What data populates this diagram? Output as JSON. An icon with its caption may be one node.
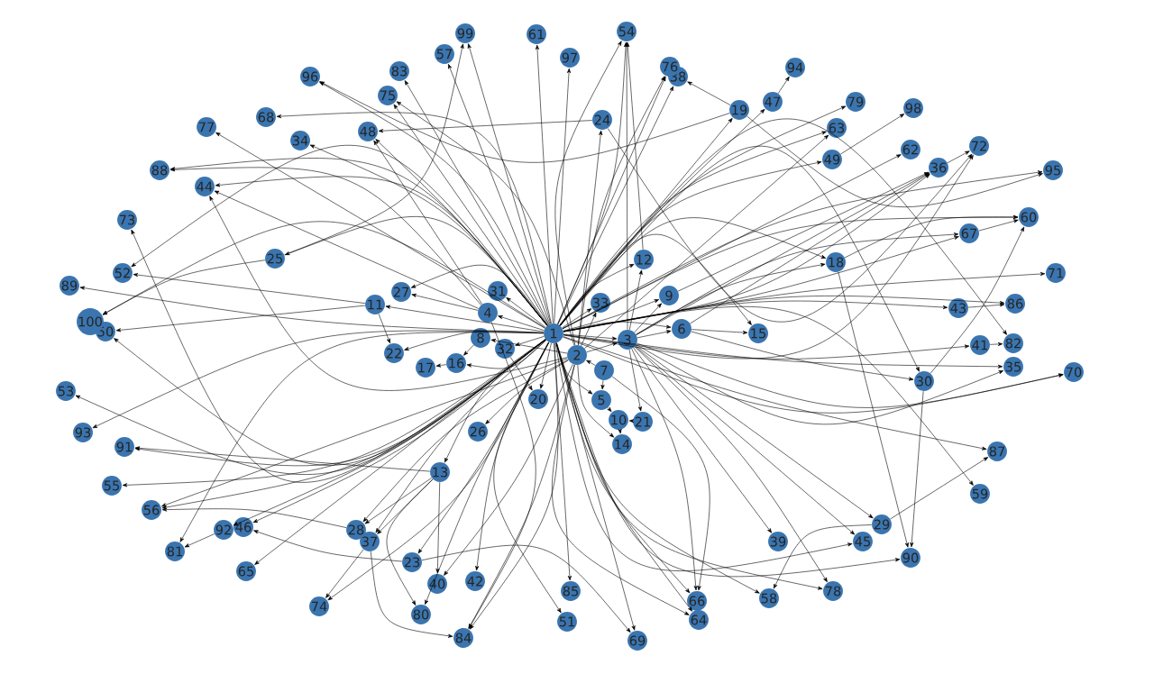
{
  "diagram": {
    "nodes": [
      {
        "text": [
          "1"
        ]
      },
      {
        "text": [
          "2"
        ]
      },
      {
        "text": [
          "3"
        ]
      },
      {
        "text": [
          "4"
        ]
      },
      {
        "text": [
          "5"
        ]
      },
      {
        "text": [
          "6"
        ]
      },
      {
        "text": [
          "7"
        ]
      },
      {
        "text": [
          "8"
        ]
      },
      {
        "text": [
          "9"
        ]
      },
      {
        "text": [
          "10"
        ]
      },
      {
        "text": [
          "11"
        ]
      },
      {
        "text": [
          "12"
        ]
      },
      {
        "text": [
          "13"
        ]
      },
      {
        "text": [
          "14"
        ]
      },
      {
        "text": [
          "15"
        ]
      },
      {
        "text": [
          "16"
        ]
      },
      {
        "text": [
          "17"
        ]
      },
      {
        "text": [
          "18"
        ]
      },
      {
        "text": [
          "19"
        ]
      },
      {
        "text": [
          "20"
        ]
      },
      {
        "text": [
          "21"
        ]
      },
      {
        "text": [
          "22"
        ]
      },
      {
        "text": [
          "23"
        ]
      },
      {
        "text": [
          "24"
        ]
      },
      {
        "text": [
          "25"
        ]
      },
      {
        "text": [
          "26"
        ]
      },
      {
        "text": [
          "27"
        ]
      },
      {
        "text": [
          "28"
        ]
      },
      {
        "text": [
          "29"
        ]
      },
      {
        "text": [
          "30"
        ]
      },
      {
        "text": [
          "31"
        ]
      },
      {
        "text": [
          "32"
        ]
      },
      {
        "text": [
          "33"
        ]
      },
      {
        "text": [
          "34"
        ]
      },
      {
        "text": [
          "35"
        ]
      },
      {
        "text": [
          "36"
        ]
      },
      {
        "text": [
          "37"
        ]
      },
      {
        "text": [
          "38"
        ]
      },
      {
        "text": [
          "39"
        ]
      },
      {
        "text": [
          "40"
        ]
      },
      {
        "text": [
          "41"
        ]
      },
      {
        "text": [
          "42"
        ]
      },
      {
        "text": [
          "43"
        ]
      },
      {
        "text": [
          "44"
        ]
      },
      {
        "text": [
          "45"
        ]
      },
      {
        "text": [
          "46"
        ]
      },
      {
        "text": [
          "47"
        ]
      },
      {
        "text": [
          "48"
        ]
      },
      {
        "text": [
          "49"
        ]
      },
      {
        "text": [
          "50"
        ]
      },
      {
        "text": [
          "51"
        ]
      },
      {
        "text": [
          "52"
        ]
      },
      {
        "text": [
          "53"
        ]
      },
      {
        "text": [
          "54"
        ]
      },
      {
        "text": [
          "55"
        ]
      },
      {
        "text": [
          "56"
        ]
      },
      {
        "text": [
          "57"
        ]
      },
      {
        "text": [
          "58"
        ]
      },
      {
        "text": [
          "59"
        ]
      },
      {
        "text": [
          "60"
        ]
      },
      {
        "text": [
          "61"
        ]
      },
      {
        "text": [
          "62"
        ]
      },
      {
        "text": [
          "63"
        ]
      },
      {
        "text": [
          "64"
        ]
      },
      {
        "text": [
          "65"
        ]
      },
      {
        "text": [
          "66"
        ]
      },
      {
        "text": [
          "67"
        ]
      },
      {
        "text": [
          "68"
        ]
      },
      {
        "text": [
          "69"
        ]
      },
      {
        "text": [
          "70"
        ]
      },
      {
        "text": [
          "71"
        ]
      },
      {
        "text": [
          "72"
        ]
      },
      {
        "text": [
          "73"
        ]
      },
      {
        "text": [
          "74"
        ]
      },
      {
        "text": [
          "75"
        ]
      },
      {
        "text": [
          "76"
        ]
      },
      {
        "text": [
          "77"
        ]
      },
      {
        "text": [
          "78"
        ]
      },
      {
        "text": [
          "79"
        ]
      },
      {
        "text": [
          "80"
        ]
      },
      {
        "text": [
          "81"
        ]
      },
      {
        "text": [
          "82"
        ]
      },
      {
        "text": [
          "83"
        ]
      },
      {
        "text": [
          "84"
        ]
      },
      {
        "text": [
          "85"
        ]
      },
      {
        "text": [
          "86"
        ]
      },
      {
        "text": [
          "87"
        ]
      },
      {
        "text": [
          "88"
        ]
      },
      {
        "text": [
          "89"
        ]
      },
      {
        "text": [
          "90"
        ]
      },
      {
        "text": [
          "91"
        ]
      },
      {
        "text": [
          "92"
        ]
      },
      {
        "text": [
          "93"
        ]
      },
      {
        "text": [
          "94"
        ]
      },
      {
        "text": [
          "95"
        ]
      },
      {
        "text": [
          "96"
        ]
      },
      {
        "text": [
          "97"
        ]
      },
      {
        "text": [
          "98"
        ]
      },
      {
        "text": [
          "99"
        ]
      },
      {
        "text": [
          "100"
        ]
      }
    ],
    "edges": [
      {
        "from": 0,
        "to": 2,
        "arrow": "to"
      },
      {
        "from": 1,
        "to": 2,
        "arrow": "to"
      },
      {
        "from": 0,
        "to": 3,
        "arrow": "to"
      },
      {
        "from": 1,
        "to": 7,
        "arrow": "to"
      },
      {
        "from": 0,
        "to": 4,
        "arrow": "to"
      },
      {
        "from": 6,
        "to": 1,
        "arrow": "to"
      },
      {
        "from": 0,
        "to": 5,
        "arrow": "to"
      },
      {
        "from": 2,
        "to": 5,
        "arrow": "to"
      },
      {
        "from": 6,
        "to": 4,
        "arrow": "to"
      },
      {
        "from": 4,
        "to": 9,
        "arrow": "to"
      },
      {
        "from": 20,
        "to": 9,
        "arrow": "to"
      },
      {
        "from": 9,
        "to": 13,
        "arrow": "to"
      },
      {
        "from": 0,
        "to": 32,
        "arrow": "to"
      },
      {
        "from": 1,
        "to": 32,
        "arrow": "to"
      },
      {
        "from": 0,
        "to": 31,
        "arrow": "to"
      },
      {
        "from": 0,
        "to": 15,
        "arrow": "to"
      },
      {
        "from": 7,
        "to": 15,
        "arrow": "to"
      },
      {
        "from": 15,
        "to": 16,
        "arrow": "to"
      },
      {
        "from": 0,
        "to": 19,
        "arrow": "to"
      },
      {
        "from": 31,
        "to": 19,
        "arrow": "to"
      },
      {
        "from": 0,
        "to": 11,
        "arrow": "to"
      },
      {
        "from": 2,
        "to": 11,
        "arrow": "to"
      },
      {
        "from": 0,
        "to": 8,
        "arrow": "to"
      },
      {
        "from": 2,
        "to": 8,
        "arrow": "to"
      },
      {
        "from": 0,
        "to": 14,
        "arrow": "to"
      },
      {
        "from": 5,
        "to": 14,
        "arrow": "to"
      },
      {
        "from": 0,
        "to": 30,
        "arrow": "to"
      },
      {
        "from": 0,
        "to": 26,
        "arrow": "to"
      },
      {
        "from": 3,
        "to": 26,
        "arrow": "to"
      },
      {
        "from": 0,
        "to": 10,
        "arrow": "to"
      },
      {
        "from": 0,
        "to": 21,
        "arrow": "to"
      },
      {
        "from": 10,
        "to": 21,
        "arrow": "to"
      },
      {
        "from": 1,
        "to": 25,
        "arrow": "to"
      },
      {
        "from": 0,
        "to": 12,
        "arrow": "to"
      },
      {
        "from": 1,
        "to": 13,
        "arrow": "to"
      },
      {
        "from": 2,
        "to": 20,
        "arrow": "to"
      },
      {
        "from": 0,
        "to": 17,
        "arrow": "to"
      },
      {
        "from": 2,
        "to": 17,
        "arrow": "to"
      },
      {
        "from": 0,
        "to": 18,
        "arrow": "to"
      },
      {
        "from": 1,
        "to": 23,
        "arrow": "to"
      },
      {
        "from": 0,
        "to": 22,
        "arrow": "to"
      },
      {
        "from": 0,
        "to": 24,
        "arrow": "to"
      },
      {
        "from": 1,
        "to": 27,
        "arrow": "to"
      },
      {
        "from": 12,
        "to": 27,
        "arrow": "to"
      },
      {
        "from": 2,
        "to": 28,
        "arrow": "to"
      },
      {
        "from": 0,
        "to": 29,
        "arrow": "to"
      },
      {
        "from": 5,
        "to": 29,
        "arrow": "to"
      },
      {
        "from": 0,
        "to": 33,
        "arrow": "to"
      },
      {
        "from": 2,
        "to": 34,
        "arrow": "to"
      },
      {
        "from": 0,
        "to": 34,
        "arrow": "to"
      },
      {
        "from": 0,
        "to": 35,
        "arrow": "to"
      },
      {
        "from": 2,
        "to": 35,
        "arrow": "to"
      },
      {
        "from": 5,
        "to": 35,
        "arrow": "to"
      },
      {
        "from": 8,
        "to": 35,
        "arrow": "to"
      },
      {
        "from": 0,
        "to": 36,
        "arrow": "to"
      },
      {
        "from": 12,
        "to": 36,
        "arrow": "to"
      },
      {
        "from": 0,
        "to": 37,
        "arrow": "to"
      },
      {
        "from": 18,
        "to": 37,
        "arrow": "to"
      },
      {
        "from": 2,
        "to": 38,
        "arrow": "to"
      },
      {
        "from": 1,
        "to": 39,
        "arrow": "to"
      },
      {
        "from": 12,
        "to": 39,
        "arrow": "to"
      },
      {
        "from": 0,
        "to": 40,
        "arrow": "to"
      },
      {
        "from": 0,
        "to": 41,
        "arrow": "to"
      },
      {
        "from": 0,
        "to": 42,
        "arrow": "to"
      },
      {
        "from": 0,
        "to": 43,
        "arrow": "to"
      },
      {
        "from": 3,
        "to": 43,
        "arrow": "to"
      },
      {
        "from": 1,
        "to": 43,
        "arrow": "to"
      },
      {
        "from": 0,
        "to": 44,
        "arrow": "to"
      },
      {
        "from": 2,
        "to": 44,
        "arrow": "to"
      },
      {
        "from": 0,
        "to": 45,
        "arrow": "to"
      },
      {
        "from": 22,
        "to": 45,
        "arrow": "to"
      },
      {
        "from": 0,
        "to": 46,
        "arrow": "to"
      },
      {
        "from": 46,
        "to": 93,
        "arrow": "to"
      },
      {
        "from": 0,
        "to": 47,
        "arrow": "to"
      },
      {
        "from": 23,
        "to": 47,
        "arrow": "to"
      },
      {
        "from": 3,
        "to": 47,
        "arrow": "to"
      },
      {
        "from": 0,
        "to": 48,
        "arrow": "to"
      },
      {
        "from": 48,
        "to": 97,
        "arrow": "to"
      },
      {
        "from": 0,
        "to": 49,
        "arrow": "to"
      },
      {
        "from": 10,
        "to": 49,
        "arrow": "to"
      },
      {
        "from": 0,
        "to": 50,
        "arrow": "to"
      },
      {
        "from": 0,
        "to": 51,
        "arrow": "to"
      },
      {
        "from": 10,
        "to": 51,
        "arrow": "to"
      },
      {
        "from": 0,
        "to": 52,
        "arrow": "to"
      },
      {
        "from": 0,
        "to": 53,
        "arrow": "to"
      },
      {
        "from": 1,
        "to": 53,
        "arrow": "to"
      },
      {
        "from": 2,
        "to": 53,
        "arrow": "to"
      },
      {
        "from": 11,
        "to": 53,
        "arrow": "to"
      },
      {
        "from": 0,
        "to": 54,
        "arrow": "to"
      },
      {
        "from": 0,
        "to": 55,
        "arrow": "to"
      },
      {
        "from": 27,
        "to": 55,
        "arrow": "to"
      },
      {
        "from": 1,
        "to": 55,
        "arrow": "to"
      },
      {
        "from": 0,
        "to": 56,
        "arrow": "to"
      },
      {
        "from": 0,
        "to": 57,
        "arrow": "to"
      },
      {
        "from": 28,
        "to": 57,
        "arrow": "to"
      },
      {
        "from": 0,
        "to": 58,
        "arrow": "to"
      },
      {
        "from": 0,
        "to": 59,
        "arrow": "to"
      },
      {
        "from": 29,
        "to": 59,
        "arrow": "to"
      },
      {
        "from": 66,
        "to": 59,
        "arrow": "to"
      },
      {
        "from": 17,
        "to": 59,
        "arrow": "to"
      },
      {
        "from": 0,
        "to": 60,
        "arrow": "to"
      },
      {
        "from": 0,
        "to": 61,
        "arrow": "to"
      },
      {
        "from": 18,
        "to": 94,
        "arrow": "to"
      },
      {
        "from": 0,
        "to": 62,
        "arrow": "to"
      },
      {
        "from": 1,
        "to": 62,
        "arrow": "to"
      },
      {
        "from": 0,
        "to": 63,
        "arrow": "to"
      },
      {
        "from": 1,
        "to": 63,
        "arrow": "to"
      },
      {
        "from": 0,
        "to": 64,
        "arrow": "to"
      },
      {
        "from": 0,
        "to": 65,
        "arrow": "to"
      },
      {
        "from": 2,
        "to": 65,
        "arrow": "to"
      },
      {
        "from": 6,
        "to": 65,
        "arrow": "to"
      },
      {
        "from": 0,
        "to": 66,
        "arrow": "to"
      },
      {
        "from": 2,
        "to": 66,
        "arrow": "to"
      },
      {
        "from": 0,
        "to": 67,
        "arrow": "to"
      },
      {
        "from": 0,
        "to": 68,
        "arrow": "to"
      },
      {
        "from": 22,
        "to": 68,
        "arrow": "to"
      },
      {
        "from": 0,
        "to": 69,
        "arrow": "to"
      },
      {
        "from": 2,
        "to": 69,
        "arrow": "to"
      },
      {
        "from": 0,
        "to": 70,
        "arrow": "to"
      },
      {
        "from": 0,
        "to": 71,
        "arrow": "to"
      },
      {
        "from": 23,
        "to": 71,
        "arrow": "to"
      },
      {
        "from": 35,
        "to": 71,
        "arrow": "to"
      },
      {
        "from": 0,
        "to": 72,
        "arrow": "to"
      },
      {
        "from": 0,
        "to": 73,
        "arrow": "to"
      },
      {
        "from": 36,
        "to": 73,
        "arrow": "to"
      },
      {
        "from": 0,
        "to": 74,
        "arrow": "to"
      },
      {
        "from": 1,
        "to": 74,
        "arrow": "to"
      },
      {
        "from": 0,
        "to": 75,
        "arrow": "to"
      },
      {
        "from": 1,
        "to": 75,
        "arrow": "to"
      },
      {
        "from": 0,
        "to": 76,
        "arrow": "to"
      },
      {
        "from": 0,
        "to": 77,
        "arrow": "to"
      },
      {
        "from": 2,
        "to": 77,
        "arrow": "to"
      },
      {
        "from": 0,
        "to": 78,
        "arrow": "to"
      },
      {
        "from": 0,
        "to": 79,
        "arrow": "to"
      },
      {
        "from": 12,
        "to": 79,
        "arrow": "to"
      },
      {
        "from": 0,
        "to": 80,
        "arrow": "to"
      },
      {
        "from": 91,
        "to": 80,
        "arrow": "to"
      },
      {
        "from": 0,
        "to": 81,
        "arrow": "to"
      },
      {
        "from": 40,
        "to": 81,
        "arrow": "to"
      },
      {
        "from": 0,
        "to": 82,
        "arrow": "to"
      },
      {
        "from": 0,
        "to": 83,
        "arrow": "to"
      },
      {
        "from": 36,
        "to": 83,
        "arrow": "to"
      },
      {
        "from": 1,
        "to": 83,
        "arrow": "to"
      },
      {
        "from": 3,
        "to": 83,
        "arrow": "to"
      },
      {
        "from": 0,
        "to": 84,
        "arrow": "to"
      },
      {
        "from": 0,
        "to": 85,
        "arrow": "to"
      },
      {
        "from": 42,
        "to": 85,
        "arrow": "to"
      },
      {
        "from": 0,
        "to": 86,
        "arrow": "to"
      },
      {
        "from": 28,
        "to": 86,
        "arrow": "to"
      },
      {
        "from": 0,
        "to": 87,
        "arrow": "to"
      },
      {
        "from": 3,
        "to": 87,
        "arrow": "to"
      },
      {
        "from": 0,
        "to": 88,
        "arrow": "to"
      },
      {
        "from": 0,
        "to": 89,
        "arrow": "to"
      },
      {
        "from": 29,
        "to": 89,
        "arrow": "to"
      },
      {
        "from": 17,
        "to": 89,
        "arrow": "to"
      },
      {
        "from": 0,
        "to": 90,
        "arrow": "to"
      },
      {
        "from": 12,
        "to": 90,
        "arrow": "to"
      },
      {
        "from": 0,
        "to": 91,
        "arrow": "to"
      },
      {
        "from": 0,
        "to": 92,
        "arrow": "to"
      },
      {
        "from": 0,
        "to": 94,
        "arrow": "to"
      },
      {
        "from": 0,
        "to": 95,
        "arrow": "to"
      },
      {
        "from": 18,
        "to": 95,
        "arrow": "to"
      },
      {
        "from": 0,
        "to": 96,
        "arrow": "to"
      },
      {
        "from": 0,
        "to": 98,
        "arrow": "to"
      },
      {
        "from": 24,
        "to": 98,
        "arrow": "to"
      },
      {
        "from": 0,
        "to": 99,
        "arrow": "to"
      },
      {
        "from": 24,
        "to": 99,
        "arrow": "to"
      }
    ]
  }
}
